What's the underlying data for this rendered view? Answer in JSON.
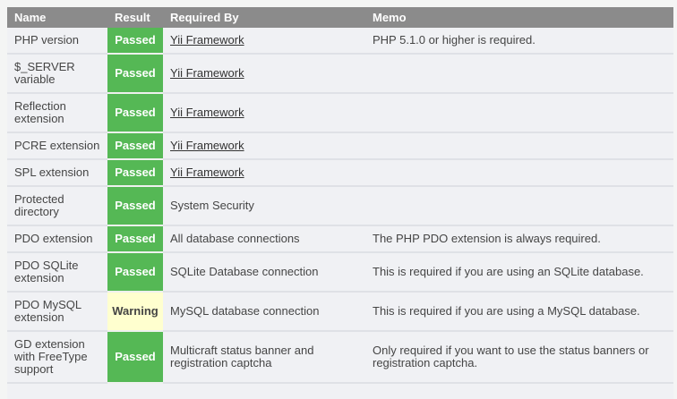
{
  "page": {
    "background_color": "#f4f5f4"
  },
  "table": {
    "columns": [
      {
        "label": "Name"
      },
      {
        "label": "Result"
      },
      {
        "label": "Required By"
      },
      {
        "label": "Memo"
      }
    ],
    "colors": {
      "header_bg": "#8b8b8b",
      "header_text": "#ffffff",
      "row_bg": "#f0f1f4",
      "row_border": "#dfe1e6",
      "passed_bg": "#55b855",
      "passed_text": "#ffffff",
      "warning_bg": "#ffffcf",
      "warning_text": "#444444",
      "body_text": "#454545",
      "link_text": "#333333"
    },
    "rows": [
      {
        "name": "PHP version",
        "result": "Passed",
        "status": "passed",
        "required_by": "Yii Framework",
        "required_by_link": true,
        "memo": "PHP 5.1.0 or higher is required."
      },
      {
        "name": "$_SERVER variable",
        "result": "Passed",
        "status": "passed",
        "required_by": "Yii Framework",
        "required_by_link": true,
        "memo": ""
      },
      {
        "name": "Reflection extension",
        "result": "Passed",
        "status": "passed",
        "required_by": "Yii Framework",
        "required_by_link": true,
        "memo": ""
      },
      {
        "name": "PCRE extension",
        "result": "Passed",
        "status": "passed",
        "required_by": "Yii Framework",
        "required_by_link": true,
        "memo": ""
      },
      {
        "name": "SPL extension",
        "result": "Passed",
        "status": "passed",
        "required_by": "Yii Framework",
        "required_by_link": true,
        "memo": ""
      },
      {
        "name": "Protected directory",
        "result": "Passed",
        "status": "passed",
        "required_by": "System Security",
        "required_by_link": false,
        "memo": ""
      },
      {
        "name": "PDO extension",
        "result": "Passed",
        "status": "passed",
        "required_by": "All database connections",
        "required_by_link": false,
        "memo": "The PHP PDO extension is always required."
      },
      {
        "name": "PDO SQLite extension",
        "result": "Passed",
        "status": "passed",
        "required_by": "SQLite Database connection",
        "required_by_link": false,
        "memo": "This is required if you are using an SQLite database."
      },
      {
        "name": "PDO MySQL extension",
        "result": "Warning",
        "status": "warning",
        "required_by": "MySQL database connection",
        "required_by_link": false,
        "memo": "This is required if you are using a MySQL database."
      },
      {
        "name": "GD extension with FreeType support",
        "result": "Passed",
        "status": "passed",
        "required_by": "Multicraft status banner and registration captcha",
        "required_by_link": false,
        "memo": "Only required if you want to use the status banners or registration captcha."
      }
    ]
  }
}
